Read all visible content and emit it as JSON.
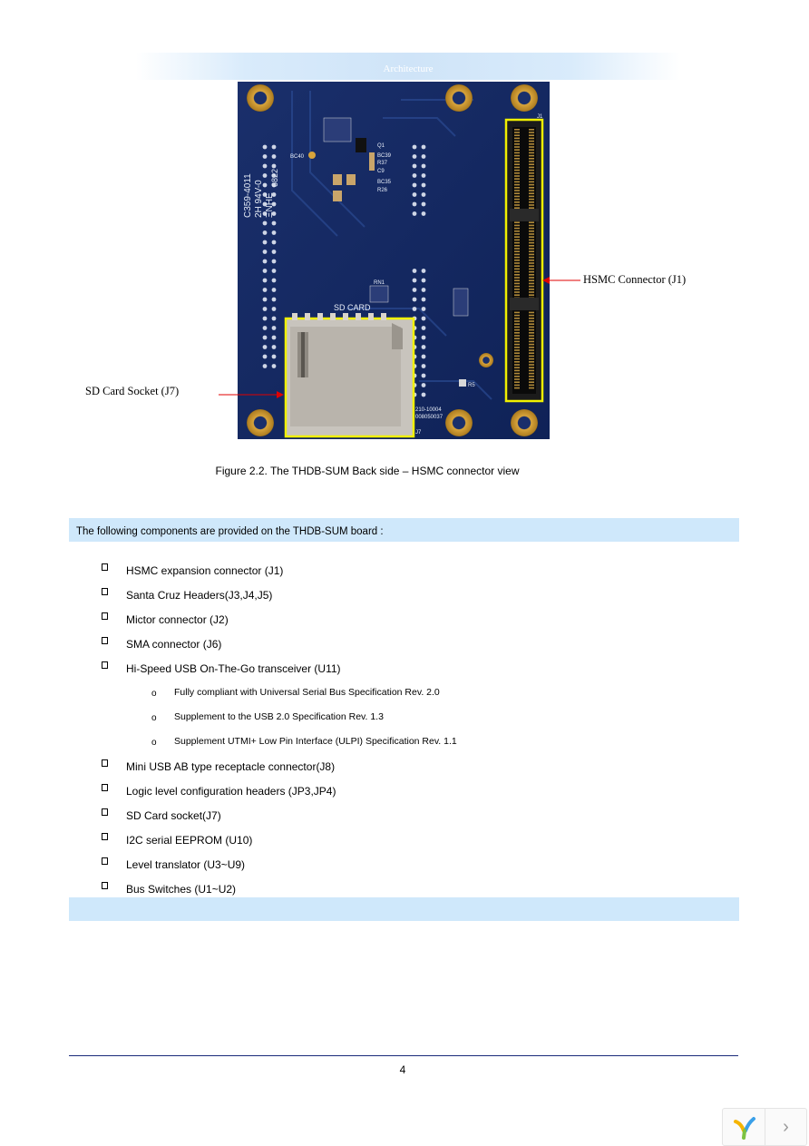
{
  "header": {
    "title": "Architecture"
  },
  "figure": {
    "callouts": {
      "hsmc": "HSMC Connector (J1)",
      "sd": "SD Card Socket (J7)"
    },
    "board_text": {
      "sd_card": "SD CARD",
      "marking_1": "C359-4011",
      "marking_2": "2H 94V-0",
      "marking_3": "0822",
      "marking_4": "ΞNHE",
      "bc40": "BC40",
      "rn1": "RN1",
      "q1": "Q1",
      "labels_a": "BC39",
      "labels_b": "R37",
      "labels_c": "C9",
      "labels_d": "BC35",
      "labels_e": "R26",
      "j1": "J1",
      "serial_1": "210-10004",
      "serial_2": "008050037",
      "j7": "J7",
      "r5": "R5"
    },
    "caption": "Figure 2.2. The THDB-SUM Back side – HSMC connector view"
  },
  "intro": "The following components are provided on the THDB-SUM board :",
  "components": [
    "HSMC expansion connector (J1)",
    "Santa Cruz Headers(J3,J4,J5)",
    "Mictor connector (J2)",
    "SMA connector (J6)",
    "Hi-Speed USB On-The-Go transceiver (U11)",
    "Mini USB AB type receptacle connector(J8)",
    "Logic level configuration headers (JP3,JP4)",
    "SD Card socket(J7)",
    "I2C serial EEPROM (U10)",
    "Level translator (U3~U9)",
    "Bus Switches (U1~U2)"
  ],
  "usb_sub": {
    "bullet": "o",
    "items": [
      "Fully compliant with Universal Serial Bus Specification Rev. 2.0",
      "Supplement to the USB 2.0 Specification Rev. 1.3",
      "Supplement UTMI+ Low Pin Interface (ULPI) Specification Rev. 1.1"
    ]
  },
  "footer": {
    "page_number": "4"
  },
  "nav": {
    "next_glyph": "›"
  }
}
